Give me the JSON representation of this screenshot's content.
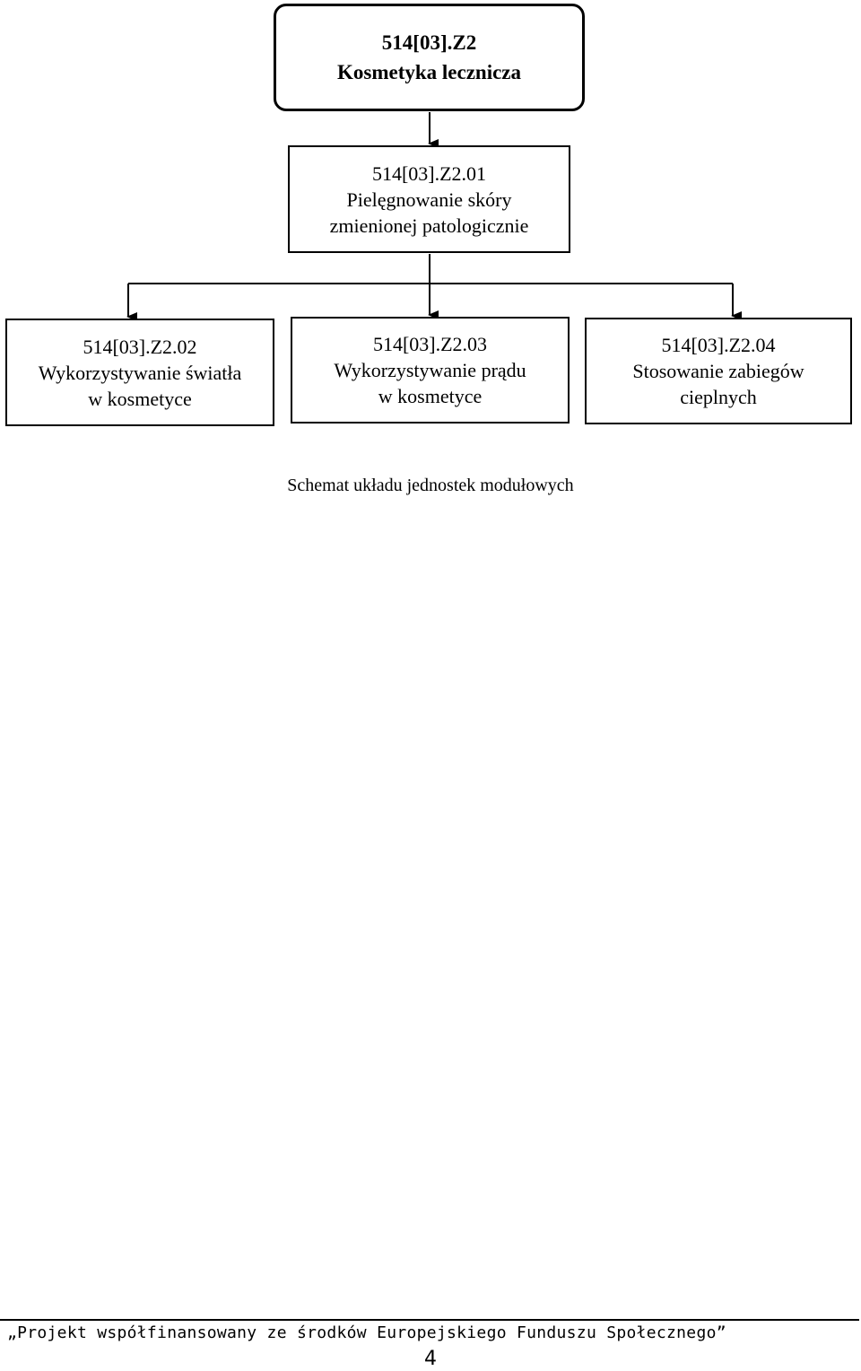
{
  "diagram": {
    "root": {
      "code": "514[03].Z2",
      "name": "Kosmetyka lecznicza"
    },
    "level1": {
      "code": "514[03].Z2.01",
      "line1": "Pielęgnowanie skóry",
      "line2": "zmienionej patologicznie"
    },
    "level2": [
      {
        "code": "514[03].Z2.02",
        "line1": "Wykorzystywanie światła",
        "line2": "w kosmetyce"
      },
      {
        "code": "514[03].Z2.03",
        "line1": "Wykorzystywanie prądu",
        "line2": "w kosmetyce"
      },
      {
        "code": "514[03].Z2.04",
        "line1": "Stosowanie zabiegów",
        "line2": "cieplnych"
      }
    ]
  },
  "caption": "Schemat układu jednostek modułowych",
  "footer": {
    "text": "„Projekt współfinansowany ze środków Europejskiego Funduszu Społecznego”",
    "page_number": "4"
  }
}
